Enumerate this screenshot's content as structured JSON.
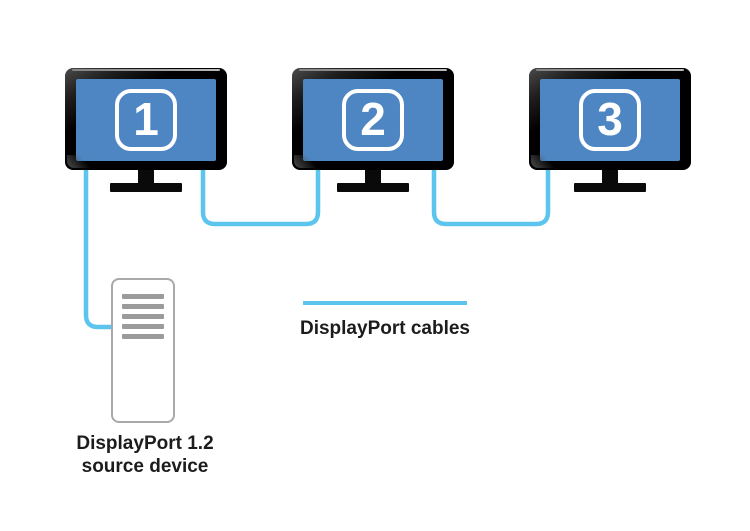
{
  "diagram": {
    "monitors": [
      {
        "id": "monitor-1",
        "label": "1"
      },
      {
        "id": "monitor-2",
        "label": "2"
      },
      {
        "id": "monitor-3",
        "label": "3"
      }
    ],
    "source_device": {
      "label_line1": "DisplayPort 1.2",
      "label_line2": "source device"
    },
    "legend": {
      "label": "DisplayPort cables"
    },
    "connections": [
      "source-device to monitor-1",
      "monitor-1 to monitor-2",
      "monitor-2 to monitor-3"
    ],
    "colors": {
      "screen_blue": "#4d86c2",
      "cable_cyan": "#5bc5ee",
      "bezel_black": "#0a0a0a",
      "badge_border": "#ffffff",
      "label_text": "#1c1c1c",
      "tower_border": "#a9a9a9",
      "tower_bar": "#9b9b9b",
      "background": "#ffffff"
    }
  }
}
